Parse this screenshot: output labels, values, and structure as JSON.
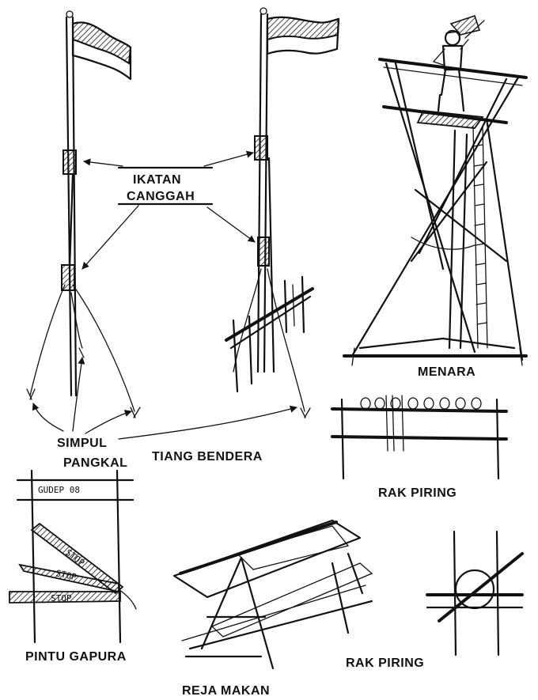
{
  "labels": {
    "ikatan": "IKATAN",
    "canggah": "CANGGAH",
    "simpul": "SIMPUL",
    "pangkal": "PANGKAL",
    "tiang_bendera": "TIANG BENDERA",
    "menara": "MENARA",
    "rak_piring_1": "RAK PIRING",
    "rak_piring_2": "RAK PIRING",
    "pintu_gapura": "PINTU GAPURA",
    "reja_makan": "REJA MAKAN"
  },
  "handwriting": {
    "gate_sign": "GUDEP 08",
    "stop_1": "STOP",
    "stop_2": "STOP",
    "stop_3": "STOP"
  },
  "colors": {
    "ink": "#111111",
    "paper": "#ffffff"
  }
}
